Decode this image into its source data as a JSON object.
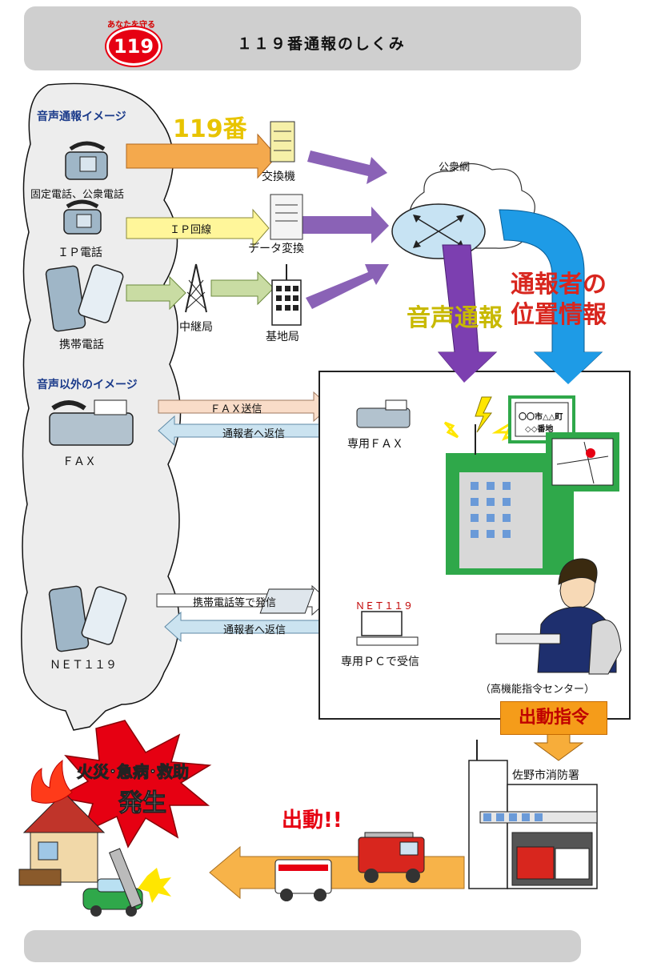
{
  "header": {
    "badge_top": "あなたを守る",
    "badge_num": "119",
    "title": "１１９番通報のしくみ"
  },
  "voice_section": {
    "heading": "音声通報イメージ",
    "fixed_phone": "固定電話、公衆電話",
    "ip_phone": "ＩＰ電話",
    "mobile_phone": "携帯電話"
  },
  "network": {
    "num119": "119番",
    "exchange": "交換機",
    "ip_line": "ＩＰ回線",
    "data_conversion": "データ変換",
    "relay_station": "中継局",
    "base_station": "基地局",
    "public_network": "公衆網",
    "voice_report": "音声通報",
    "location_info_1": "通報者の",
    "location_info_2": "位置情報"
  },
  "non_voice_section": {
    "heading": "音声以外のイメージ",
    "fax": "ＦＡＸ",
    "fax_send": "ＦＡＸ送信",
    "reply_to_caller": "通報者へ返信",
    "dedicated_fax": "専用ＦＡＸ",
    "net119": "ＮＥＴ１１９",
    "mobile_send": "携帯電話等で発信",
    "reply_to_caller_2": "通報者へ返信",
    "net119_screen": "ＮＥＴ１１９",
    "dedicated_pc": "専用ＰＣで受信"
  },
  "center": {
    "map_text_1": "〇〇市△△町",
    "map_text_2": "◇◇番地",
    "name": "（高機能指令センター）",
    "dispatch_command": "出動指令"
  },
  "fire_station": {
    "name": "佐野市消防署",
    "dispatch": "出動!!",
    "incident_1": "火災･急病･救助",
    "incident_2": "発生"
  },
  "colors": {
    "bar_gray": "#cfcfcf",
    "orange": "#f4a94d",
    "yellow": "#fff69a",
    "green": "#c9dca3",
    "purple": "#8a62b6",
    "blue": "#1e9be6",
    "red": "#e60012",
    "heading_blue": "#1a3a8a"
  }
}
